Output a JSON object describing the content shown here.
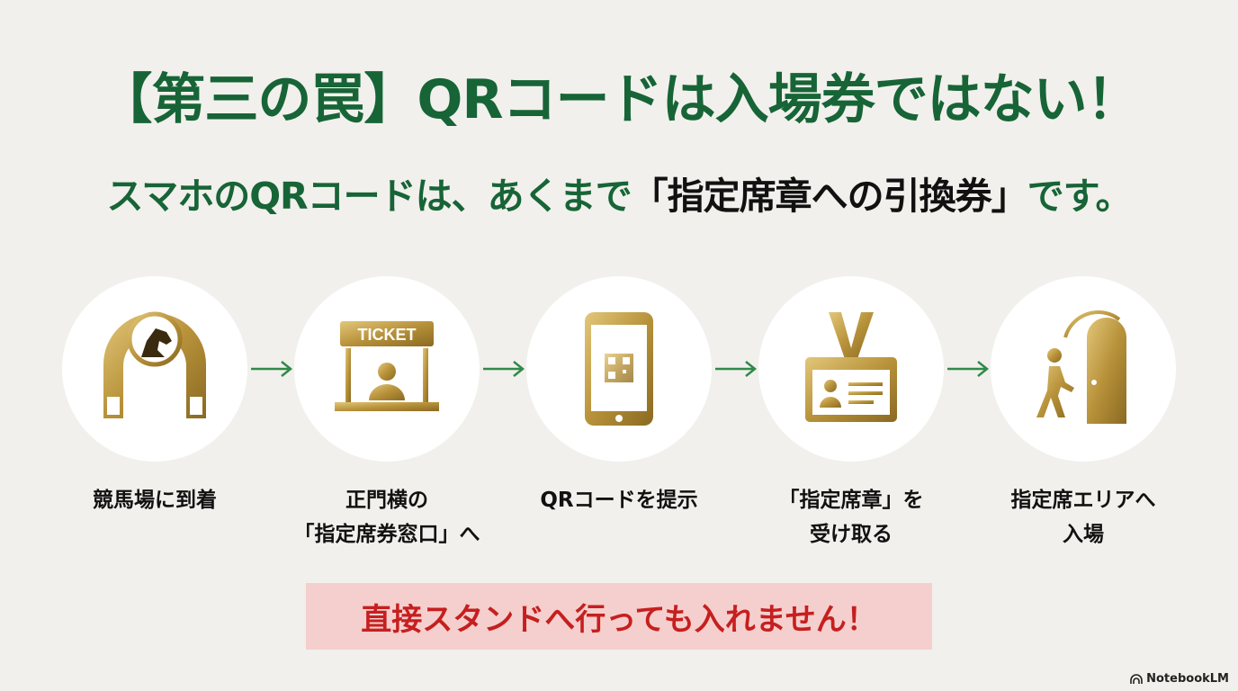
{
  "title": "【第三の罠】QRコードは入場券ではない！",
  "subtitle": {
    "prefix": "スマホのQRコードは、あくまで",
    "emphasis": "「指定席章への引換券」",
    "suffix": "です。"
  },
  "steps": [
    {
      "icon": "horse-gate-icon",
      "label": "競馬場に到着"
    },
    {
      "icon": "ticket-booth-icon",
      "label": "正門横の\n「指定席券窓口」へ",
      "sign": "TICKET"
    },
    {
      "icon": "smartphone-qr-icon",
      "label": "QRコードを提示"
    },
    {
      "icon": "badge-icon",
      "label": "「指定席章」を\n受け取る"
    },
    {
      "icon": "enter-door-icon",
      "label": "指定席エリアへ\n入場"
    }
  ],
  "warning": "直接スタンドへ行っても入れません！",
  "brand": "NotebookLM",
  "colors": {
    "green": "#176437",
    "gold": "#b8923a",
    "red": "#c61f1f",
    "warn_bg": "#f5cfcd"
  }
}
